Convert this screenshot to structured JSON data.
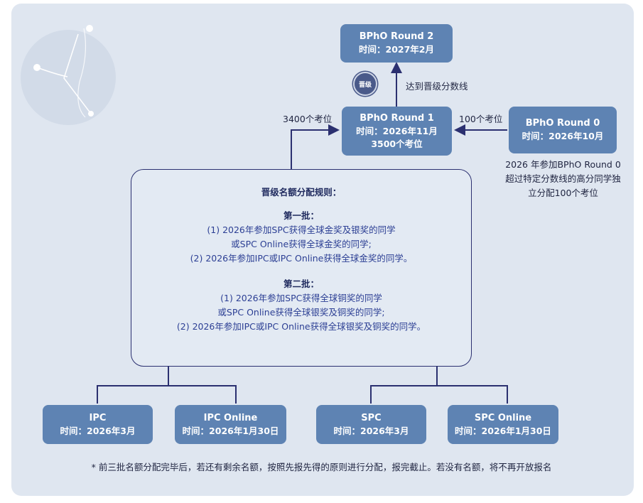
{
  "top_box": {
    "title": "BPhO Round 2",
    "line1": "时间：2027年2月"
  },
  "round1_box": {
    "title": "BPhO Round 1",
    "line1": "时间：2026年11月",
    "line2": "3500个考位"
  },
  "round0_box": {
    "title": "BPhO Round 0",
    "line1": "时间：2026年10月"
  },
  "labels": {
    "to_round2": "达到晋级分数线",
    "left_seats": "3400个考位",
    "right_seats": "100个考位"
  },
  "stamp_text": "晋级",
  "round0_note": {
    "line1": "2026 年参加BPhO Round 0",
    "line2": "超过特定分数线的高分同学独",
    "line3": "立分配100个考位"
  },
  "rules": {
    "title": "晋级名额分配规则：",
    "batch1": {
      "head": "第一批：",
      "line1": "(1) 2026年参加SPC获得全球金奖及银奖的同学",
      "line2": "或SPC Online获得全球金奖的同学;",
      "line3": "(2) 2026年参加IPC或IPC Online获得全球金奖的同学。"
    },
    "batch2": {
      "head": "第二批：",
      "line1": "(1) 2026年参加SPC获得全球铜奖的同学",
      "line2": "或SPC Online获得全球银奖及铜奖的同学;",
      "line3": "(2) 2026年参加IPC或IPC Online获得全球银奖及铜奖的同学。"
    }
  },
  "bottom_boxes": [
    {
      "title": "IPC",
      "line1": "时间：2026年3月"
    },
    {
      "title": "IPC Online",
      "line1": "时间：2026年1月30日"
    },
    {
      "title": "SPC",
      "line1": "时间：2026年3月"
    },
    {
      "title": "SPC Online",
      "line1": "时间：2026年1月30日"
    }
  ],
  "footnote": "* 前三批名额分配完毕后，若还有剩余名额，按照先报先得的原则进行分配，报完截止。若没有名额，将不再开放报名",
  "colors": {
    "panel": "#dfe6f0",
    "box": "#5e83b3",
    "line": "#2b3070",
    "rules_text": "#2c3f94"
  }
}
